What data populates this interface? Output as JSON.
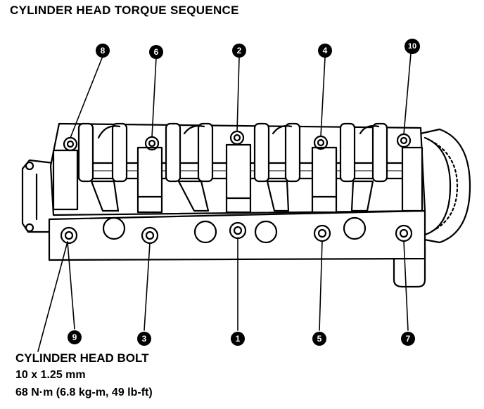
{
  "title": "CYLINDER HEAD TORQUE SEQUENCE",
  "bolt_spec": {
    "name": "CYLINDER HEAD BOLT",
    "size": "10 x 1.25 mm",
    "torque": "68 N·m (6.8 kg-m, 49 lb-ft)"
  },
  "sequence_labels": [
    {
      "label": "8",
      "row": "top"
    },
    {
      "label": "6",
      "row": "top"
    },
    {
      "label": "2",
      "row": "top"
    },
    {
      "label": "4",
      "row": "top"
    },
    {
      "label": "10",
      "row": "top"
    },
    {
      "label": "9",
      "row": "bottom"
    },
    {
      "label": "3",
      "row": "bottom"
    },
    {
      "label": "1",
      "row": "bottom"
    },
    {
      "label": "5",
      "row": "bottom"
    },
    {
      "label": "7",
      "row": "bottom"
    }
  ]
}
